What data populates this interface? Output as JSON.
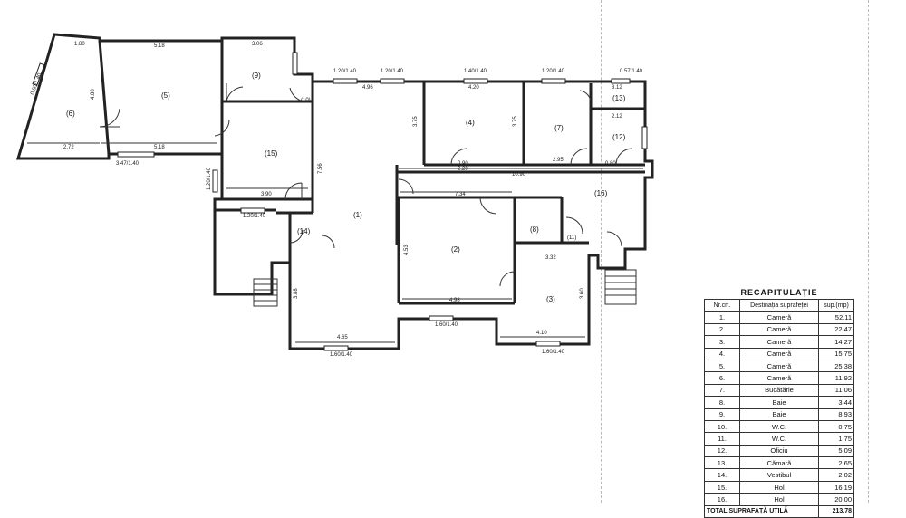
{
  "recap": {
    "title": "RECAPITULAȚIE",
    "headers": [
      "Nr.crt.",
      "Destinația suprafeței",
      "sup.(mp)"
    ],
    "rows": [
      {
        "nr": "1.",
        "dest": "Cameră",
        "sup": "52.11"
      },
      {
        "nr": "2.",
        "dest": "Cameră",
        "sup": "22.47"
      },
      {
        "nr": "3.",
        "dest": "Cameră",
        "sup": "14.27"
      },
      {
        "nr": "4.",
        "dest": "Cameră",
        "sup": "15.75"
      },
      {
        "nr": "5.",
        "dest": "Cameră",
        "sup": "25.38"
      },
      {
        "nr": "6.",
        "dest": "Cameră",
        "sup": "11.92"
      },
      {
        "nr": "7.",
        "dest": "Bucătărie",
        "sup": "11.06"
      },
      {
        "nr": "8.",
        "dest": "Baie",
        "sup": "3.44"
      },
      {
        "nr": "9.",
        "dest": "Baie",
        "sup": "8.93"
      },
      {
        "nr": "10.",
        "dest": "W.C.",
        "sup": "0.75"
      },
      {
        "nr": "11.",
        "dest": "W.C.",
        "sup": "1.75"
      },
      {
        "nr": "12.",
        "dest": "Oficiu",
        "sup": "5.09"
      },
      {
        "nr": "13.",
        "dest": "Cămară",
        "sup": "2.65"
      },
      {
        "nr": "14.",
        "dest": "Vestibul",
        "sup": "2.02"
      },
      {
        "nr": "15.",
        "dest": "Hol",
        "sup": "16.19"
      },
      {
        "nr": "16.",
        "dest": "Hol",
        "sup": "20.00"
      }
    ],
    "total_label": "TOTAL SUPRAFAȚĂ UTILĂ",
    "total_value": "213.78"
  },
  "rooms": {
    "r1": "(1)",
    "r2": "(2)",
    "r3": "(3)",
    "r4": "(4)",
    "r5": "(5)",
    "r6": "(6)",
    "r7": "(7)",
    "r8": "(8)",
    "r9": "(9)",
    "r10": "(10)",
    "r11": "(11)",
    "r12": "(12)",
    "r13": "(13)",
    "r14": "(14)",
    "r15": "(15)",
    "r16": "(16)"
  },
  "dims": {
    "d1": "1.80",
    "d2": "5.18",
    "d3": "3.06",
    "d4": "4.96",
    "d5": "4.20",
    "d6": "3.12",
    "d7": "2.12",
    "d8": "2.72",
    "d9": "5.18",
    "d10": "3.47/1.40",
    "d11": "1.20/1.40",
    "d12": "1.20/1.40",
    "d13": "1.40/1.40",
    "d14": "1.20/1.40",
    "d15": "0.57/1.40",
    "d16": "10.90",
    "d17": "7.34",
    "d18": "3.90",
    "d19": "4.98",
    "d20": "3.32",
    "d21": "4.65",
    "d22": "4.10",
    "d23": "1.60/1.40",
    "d24": "1.60/1.40",
    "d25": "1.60/1.40",
    "d26": "0.90",
    "d27": "2.20",
    "d28": "0.80",
    "d29": "2.95",
    "d30": "3.75",
    "d31": "3.75",
    "d32": "4.80",
    "d33": "7.56",
    "d34": "3.88",
    "d35": "3.60",
    "d36": "4.53",
    "d37": "1.20/1.40",
    "d38": "1.20/1.40",
    "d39": "0.60/1.40"
  }
}
